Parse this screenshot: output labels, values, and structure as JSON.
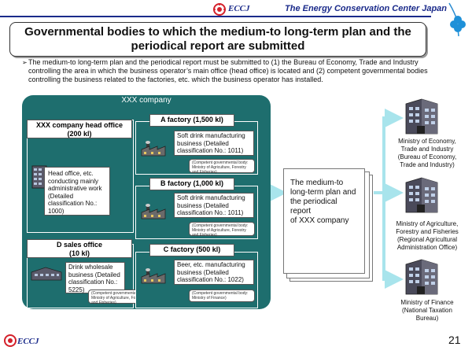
{
  "header": {
    "logo_text": "ECCJ",
    "org_name": "The Energy Conservation Center Japan"
  },
  "title": {
    "line1": "Governmental bodies to which the medium-to long-term plan and the",
    "line2": "periodical report are submitted"
  },
  "intro": "The medium-to long-term plan and the periodical report must be submitted to (1) the Bureau of Economy, Trade and Industry controlling the area in which the business operator’s main office (head office) is located and (2) competent governmental bodies controlling the business related to the factories, etc. which the business operator has installed.",
  "company": {
    "title": "XXX company",
    "head_office": {
      "name": "XXX company head office",
      "amount": "(200 kl)",
      "desc": [
        "Head office, etc.",
        "conducting mainly",
        "administrative work",
        "(Detailed",
        "classification No.:",
        "1000)"
      ]
    },
    "a_factory": {
      "name": "A factory (1,500 kl)",
      "desc": [
        "Soft drink manufacturing",
        "business (Detailed",
        "classification No.: 1011)"
      ],
      "callout": [
        "(Competent governmental body:",
        "Ministry of Agriculture, Forestry",
        "and Fisheries)"
      ]
    },
    "b_factory": {
      "name": "B factory (1,000 kl)",
      "desc": [
        "Soft drink manufacturing",
        "business (Detailed",
        "classification No.: 1011)"
      ],
      "callout": [
        "(Competent governmental body:",
        "Ministry of Agriculture, Forestry",
        "and Fisheries)"
      ]
    },
    "d_office": {
      "name": "D sales office",
      "amount": "(10 kl)",
      "desc": [
        "Drink wholesale",
        "business (Detailed",
        "classification No.:",
        "5225)"
      ],
      "callout": [
        "(Competent governmental body:",
        "Ministry of Agriculture, Forestry",
        "and Fisheries)"
      ]
    },
    "c_factory": {
      "name": "C factory (500 kl)",
      "desc": [
        "Beer, etc. manufacturing",
        "business (Detailed",
        "classification No.: 1022)"
      ],
      "callout": [
        "(Competent governmental body:",
        "Ministry of Finance)"
      ]
    }
  },
  "report": [
    "The medium-to",
    "long-term plan and",
    "the periodical report",
    "of XXX company"
  ],
  "ministries": [
    {
      "lines": [
        "Ministry of Economy,",
        "Trade and Industry",
        "(Bureau of Economy,",
        "Trade and Industry)"
      ]
    },
    {
      "lines": [
        "Ministry of Agriculture,",
        "Forestry and Fisheries",
        "(Regional Agricultural",
        "Administration Office)"
      ]
    },
    {
      "lines": [
        "Ministry of Finance",
        "(National Taxation",
        "Bureau)"
      ]
    }
  ],
  "footer": {
    "logo_text": "ECCJ",
    "page_number": "21"
  },
  "colors": {
    "panel": "#1e6e6e",
    "arrow": "#a8e4ec",
    "brand": "#1a2a8a",
    "logo_red": "#d4202a"
  }
}
